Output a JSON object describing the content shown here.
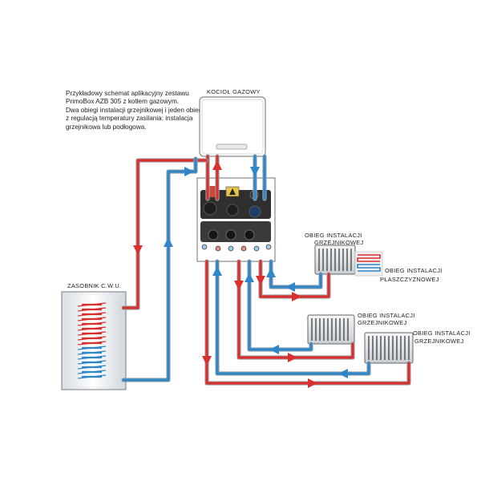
{
  "description": {
    "lines": [
      "Przykładowy schemat aplikacyjny zestawu",
      "PrimoBox AZB 305 z kotłem gazowym.",
      "Dwa obiegi instalacji grzejnikowej i jeden obieg",
      "z regulacją temperatury zasilania: instalacja",
      "grzejnikowa lub podłogowa."
    ]
  },
  "labels": {
    "boiler": "KOCIOŁ GAZOWY",
    "tank": "ZASOBNIK C.W.U.",
    "circuit1": [
      "OBIEG INSTALACJI",
      "GRZEJNIKOWEJ"
    ],
    "circuit_floor": [
      "OBIEG INSTALACJI",
      "PŁASZCZYZNOWEJ"
    ],
    "circuit2": [
      "OBIEG INSTALACJI",
      "GRZEJNIKOWEJ"
    ],
    "circuit3": [
      "OBIEG INSTALACJI",
      "GRZEJNIKOWEJ"
    ]
  },
  "colors": {
    "supply": "#d9302e",
    "return": "#2f86c9"
  }
}
